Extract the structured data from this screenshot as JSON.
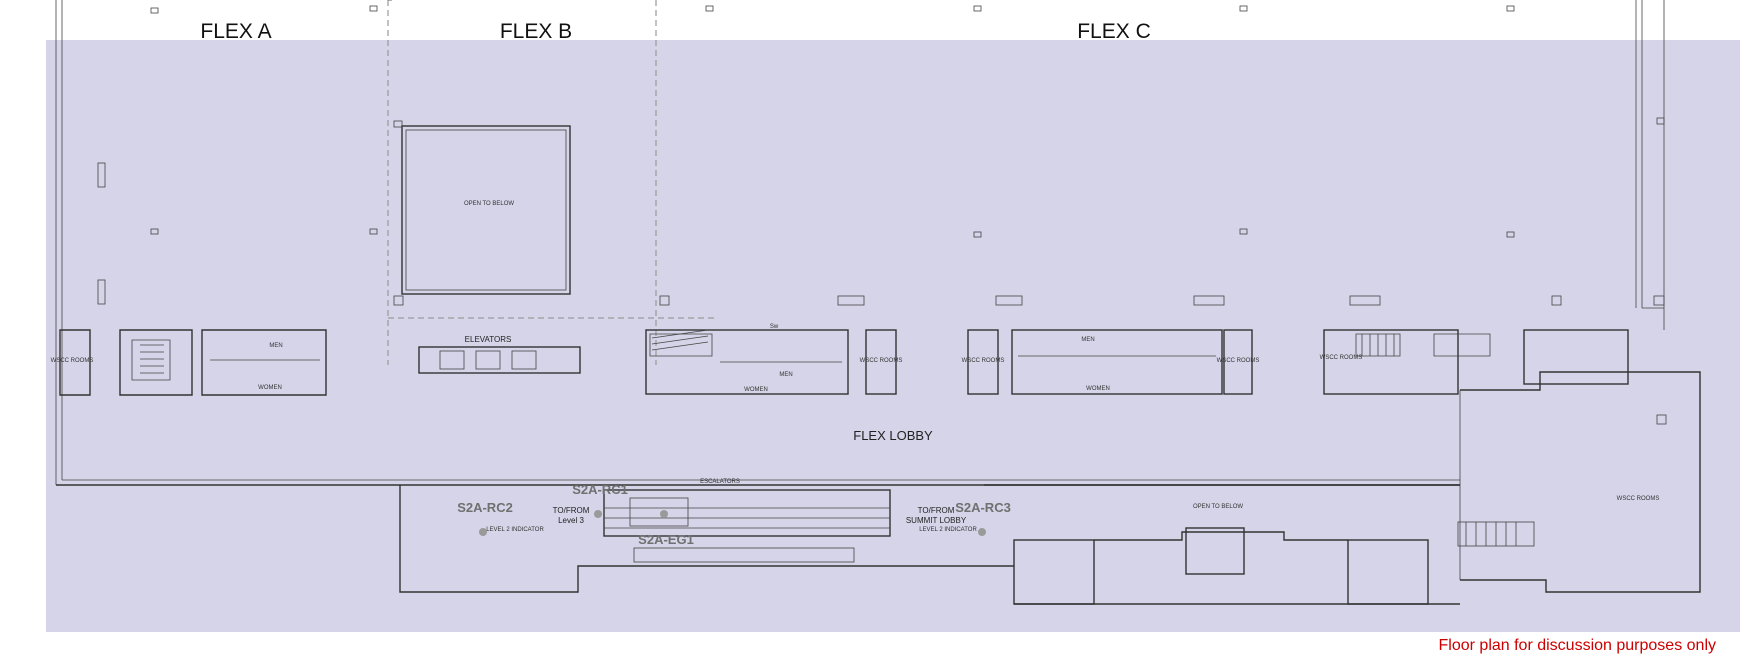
{
  "zones": {
    "flex_a": "FLEX A",
    "flex_b": "FLEX B",
    "flex_c": "FLEX C"
  },
  "rooms": {
    "open_to_below_top": "OPEN TO BELOW",
    "open_to_below_bottom": "OPEN TO BELOW",
    "elevators": "ELEVATORS",
    "escalators": "ESCALATORS",
    "flex_lobby": "FLEX LOBBY",
    "wscc_rooms": "WSCC ROOMS",
    "men": "MEN",
    "women": "WOMEN",
    "sw": "Sw",
    "level_indicator": "LEVEL 2 INDICATOR"
  },
  "wayfinding": {
    "rc1": "S2A-RC1",
    "rc2": "S2A-RC2",
    "rc3": "S2A-RC3",
    "eg1": "S2A-EG1",
    "to_from": "TO/FROM",
    "level_3": "Level 3",
    "summit_lobby": "SUMMIT LOBBY"
  },
  "footer": {
    "disclaimer": "Floor plan for discussion purposes only"
  },
  "colors": {
    "background": "#d5d4e8",
    "disclaimer": "#cc0000",
    "walls": "#333333"
  }
}
